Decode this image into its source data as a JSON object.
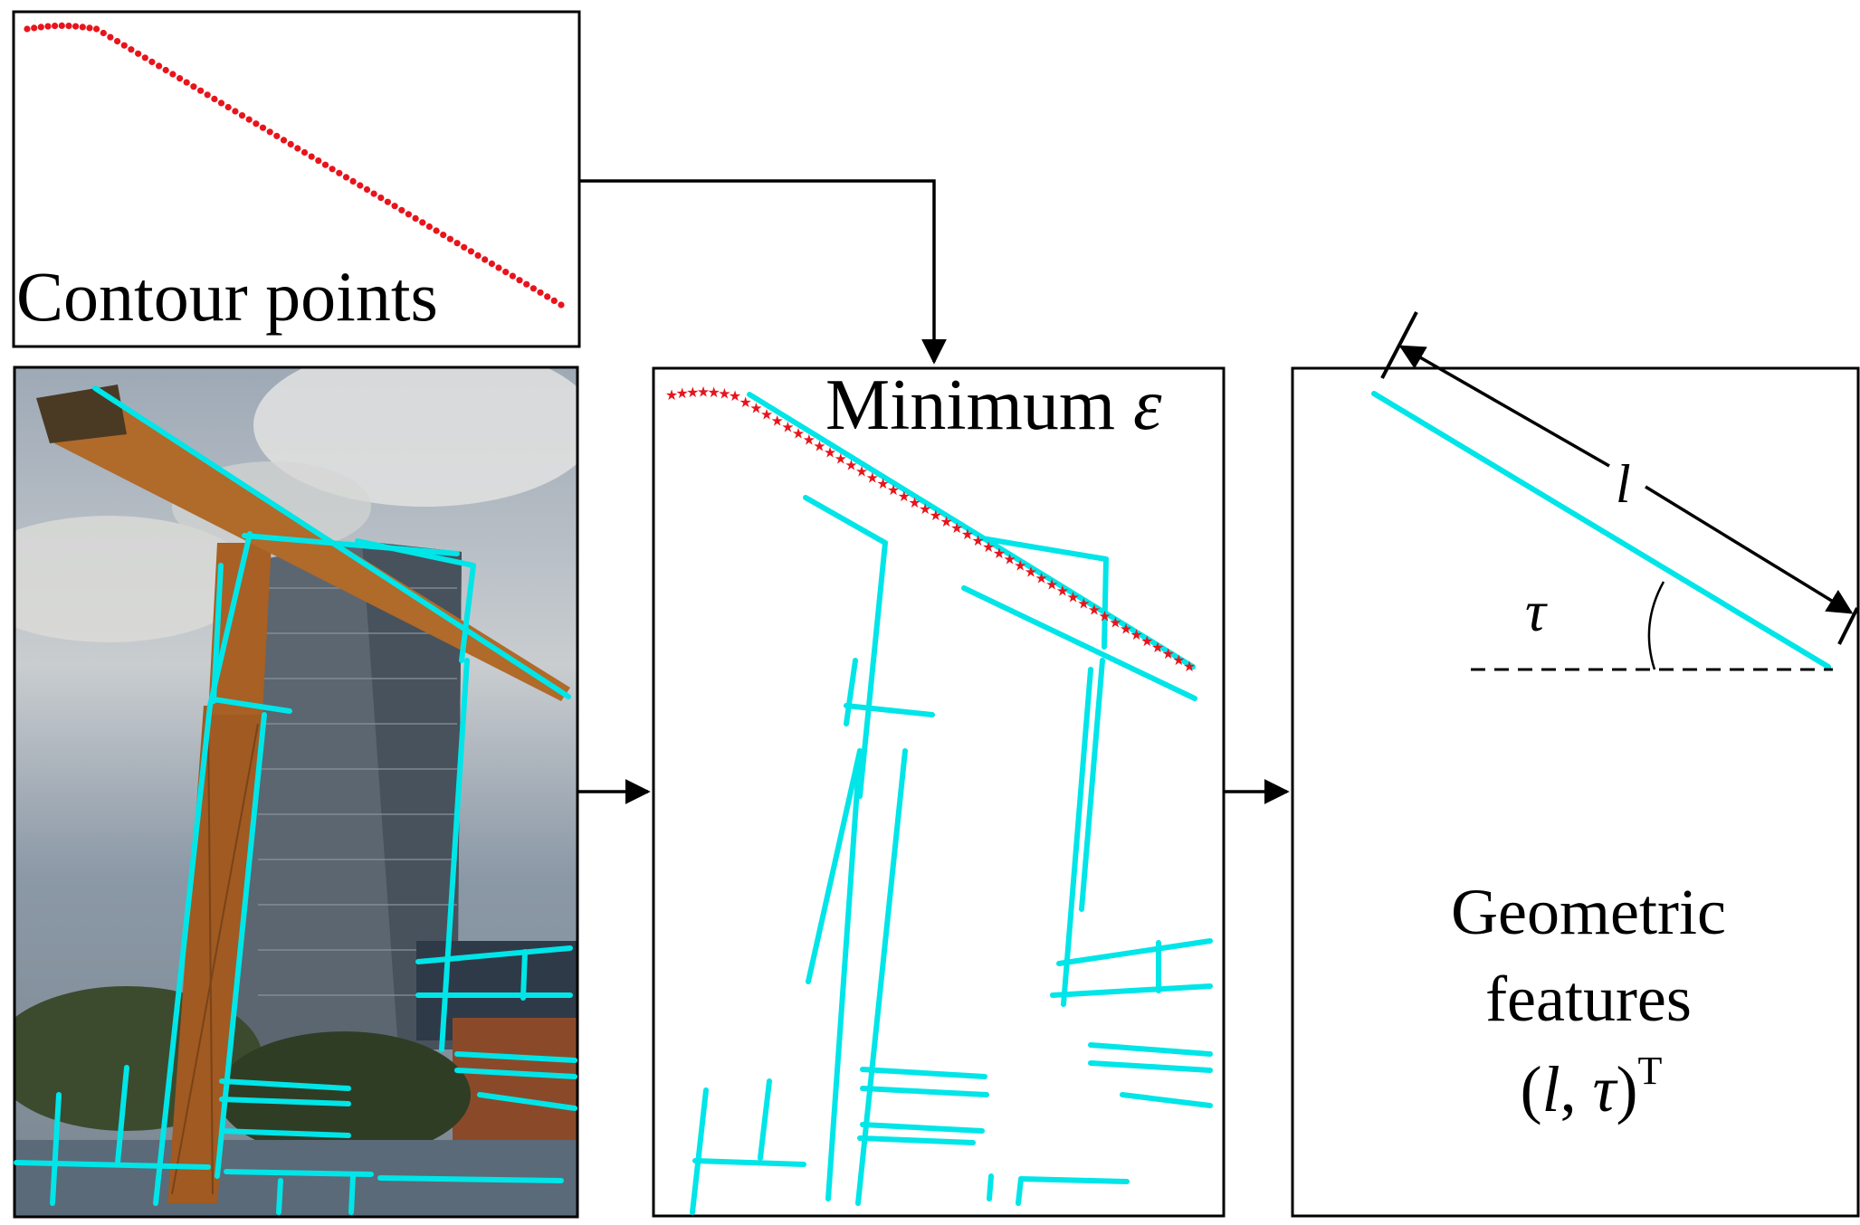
{
  "labels": {
    "contour": "Contour points",
    "minimum_prefix": "Minimum ",
    "epsilon": "ε",
    "length_symbol": "l",
    "angle_symbol": "τ",
    "geo_line1": "Geometric",
    "geo_line2": "features",
    "geo_open": "(",
    "geo_l": "l",
    "geo_comma": ", ",
    "geo_tau": "τ",
    "geo_close": ")",
    "geo_sup": "T"
  },
  "colors": {
    "line_features": "#00e5e8",
    "contour_points": "#e8141c",
    "frame": "#000000"
  },
  "icons": {
    "photo": "construction-crane-photo"
  }
}
